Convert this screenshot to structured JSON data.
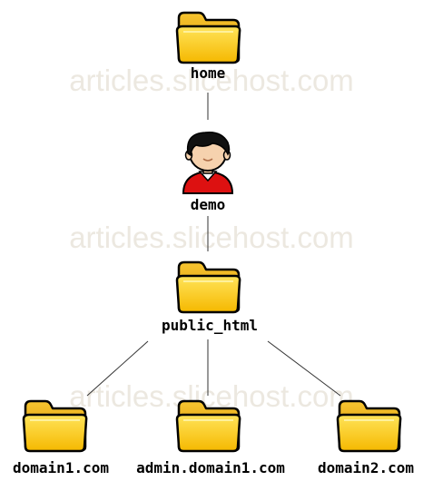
{
  "watermark": "articles.slicehost.com",
  "nodes": {
    "home": {
      "label": "home",
      "icon": "folder-icon"
    },
    "demo": {
      "label": "demo",
      "icon": "user-icon"
    },
    "public_html": {
      "label": "public_html",
      "icon": "folder-icon"
    },
    "domain1": {
      "label": "domain1.com",
      "icon": "folder-icon"
    },
    "admin_domain1": {
      "label": "admin.domain1.com",
      "icon": "folder-icon"
    },
    "domain2": {
      "label": "domain2.com",
      "icon": "folder-icon"
    }
  },
  "edges": [
    [
      "home",
      "demo"
    ],
    [
      "demo",
      "public_html"
    ],
    [
      "public_html",
      "domain1"
    ],
    [
      "public_html",
      "admin_domain1"
    ],
    [
      "public_html",
      "domain2"
    ]
  ],
  "colors": {
    "folder_back": "#f0b400",
    "folder_front": "#ffd21e",
    "folder_outline": "#000000",
    "edge": "#333333",
    "watermark": "#ece8e0"
  }
}
